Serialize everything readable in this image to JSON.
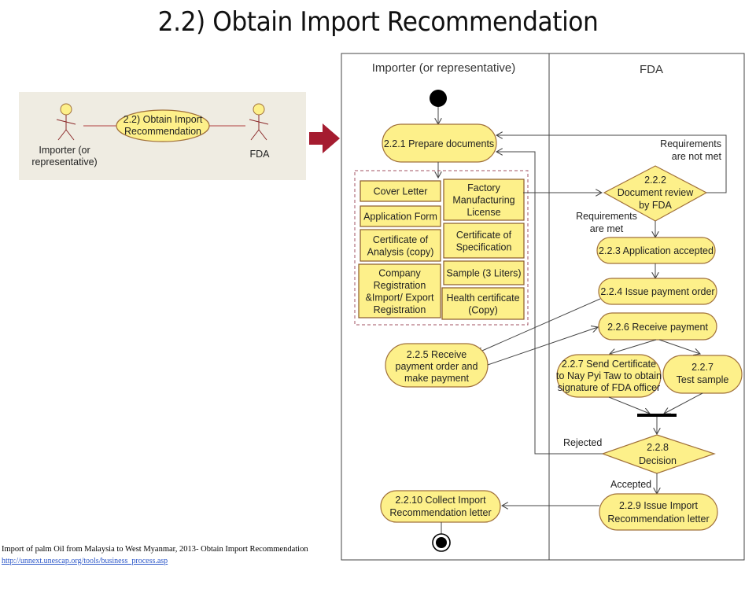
{
  "title": "2.2) Obtain Import Recommendation",
  "colors": {
    "activity_fill": "#fdf08a",
    "activity_stroke": "#a0703a",
    "usecase_bg": "#efece2",
    "arrow_red": "#a51c30",
    "doc_group_border": "#a05060",
    "line": "#444444"
  },
  "use_case": {
    "actor_left": "Importer (or representative)",
    "actor_left_lines": [
      "Importer (or",
      "representative)"
    ],
    "use_case_lines": [
      "2.2) Obtain Import",
      "Recommendation"
    ],
    "actor_right": "FDA"
  },
  "lanes": {
    "left": "Importer (or representative)",
    "right": "FDA"
  },
  "activities": {
    "a221": [
      "2.2.1 Prepare  documents"
    ],
    "a223": [
      "2.2.3 Application accepted"
    ],
    "a224": [
      "2.2.4 Issue payment order"
    ],
    "a225": [
      "2.2.5 Receive",
      "payment order and",
      "make payment"
    ],
    "a226": [
      "2.2.6 Receive payment"
    ],
    "a227a": [
      "2.2.7 Send Certificate",
      "to Nay Pyi Taw to obtain",
      "signature of FDA officer"
    ],
    "a227b": [
      "2.2.7",
      "Test sample"
    ],
    "a229": [
      "2.2.9 Issue Import",
      "Recommendation letter"
    ],
    "a2210": [
      "2.2.10 Collect Import",
      "Recommendation letter"
    ]
  },
  "decisions": {
    "d222": [
      "2.2.2",
      "Document review",
      "by FDA"
    ],
    "d228": [
      "2.2.8",
      "Decision"
    ]
  },
  "documents": {
    "left": [
      [
        "Cover Letter"
      ],
      [
        "Application Form"
      ],
      [
        "Certificate of",
        "Analysis (copy)"
      ],
      [
        "Company",
        "Registration",
        "&Import/ Export",
        "Registration"
      ]
    ],
    "right": [
      [
        "Factory",
        "Manufacturing",
        "License"
      ],
      [
        "Certificate of",
        "Specification"
      ],
      [
        "Sample (3 Liters)"
      ],
      [
        "Health certificate",
        "(Copy)"
      ]
    ]
  },
  "conditions": {
    "not_met": [
      "Requirements",
      "are not met"
    ],
    "met": [
      "Requirements",
      "are met"
    ],
    "rejected": "Rejected",
    "accepted": "Accepted"
  },
  "footer": {
    "caption": "Import of palm Oil from Malaysia to West Myanmar, 2013- Obtain Import Recommendation",
    "link": "http://unnext.unescap.org/tools/business_process.asp"
  }
}
